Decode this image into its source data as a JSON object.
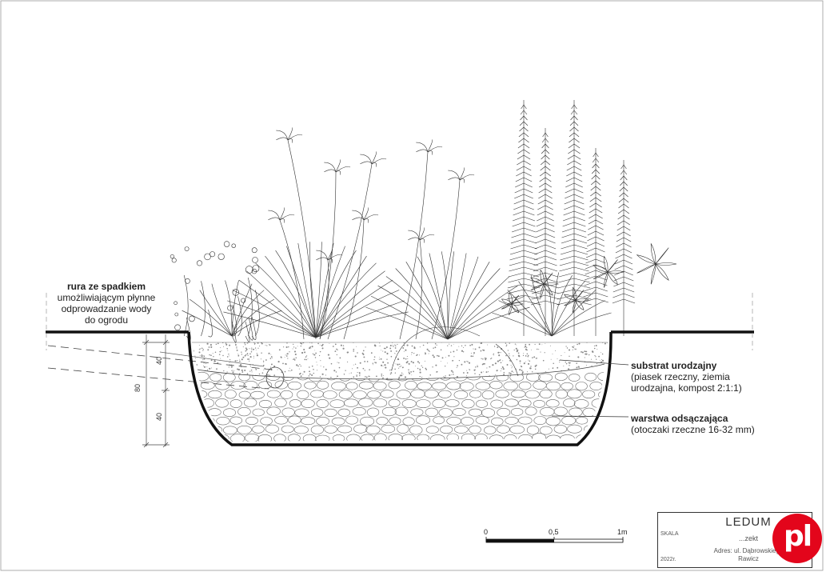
{
  "labels": {
    "pipe": {
      "heading": "rura ze spadkiem",
      "line1": "umożliwiającym płynne",
      "line2": "odprowadzanie wody",
      "line3": "do ogrodu"
    },
    "substrate": {
      "heading": "substrat urodzajny",
      "line1": "(piasek rzeczny, ziemia",
      "line2": "urodzajna, kompost 2:1:1)"
    },
    "drainage": {
      "heading": "warstwa odsączająca",
      "line1": "(otoczaki rzeczne 16-32 mm)"
    }
  },
  "dimensions": {
    "total": "80",
    "upper": "40",
    "lower": "40"
  },
  "scale_bar": {
    "ticks": [
      "0",
      "0,5",
      "1m"
    ]
  },
  "title_block": {
    "company": "LEDUM",
    "project": "...zekt",
    "scale_label": "SKALA",
    "date": "2022r.",
    "address_line1": "Adres: ul. Dąbrowskiego",
    "address_line2": "Rawicz"
  },
  "watermark": {
    "text": "pl",
    "color": "#e3051b"
  },
  "colors": {
    "line": "#111111",
    "soil_dots": "#8a8a8a",
    "stones": "#6a6a6a"
  }
}
